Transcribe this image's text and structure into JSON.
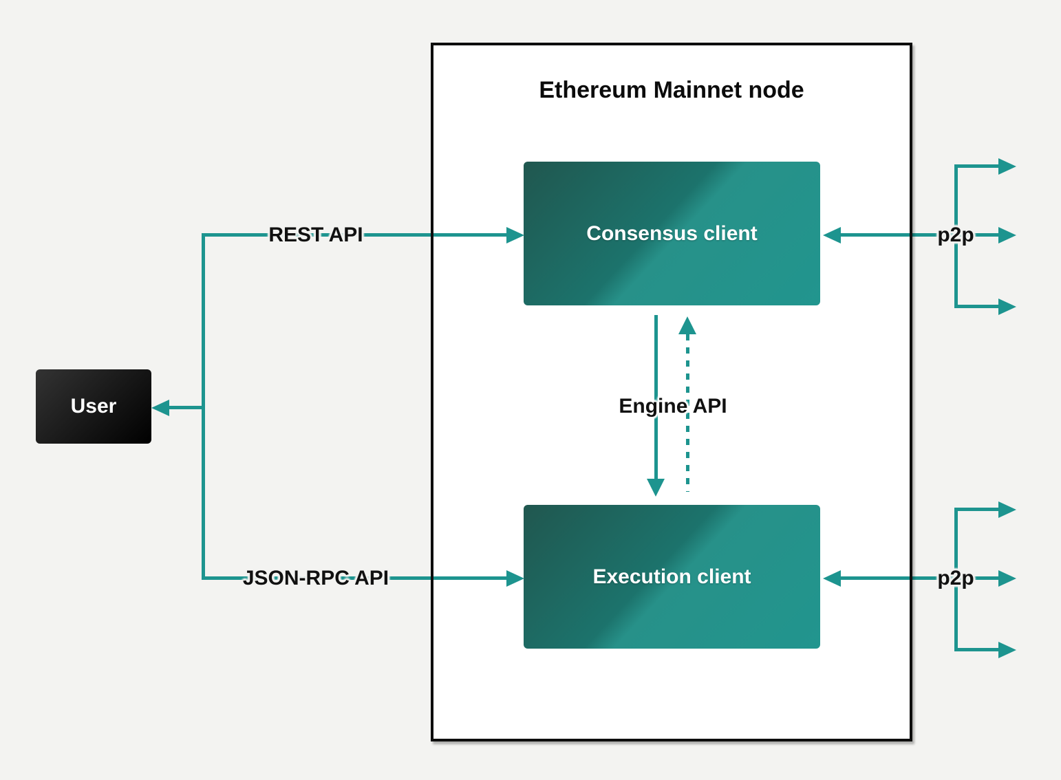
{
  "palette": {
    "page_bg": "#f3f3f1",
    "node_bg": "#ffffff",
    "node_border": "#0d0d0d",
    "line_teal": "#1d948f",
    "client_grad_start": "#20574f",
    "client_grad_end": "#21958e",
    "user_grad_start": "#333333",
    "user_grad_end": "#000000",
    "label_text": "#111111",
    "box_text": "#ffffff"
  },
  "nodes": {
    "container_title": "Ethereum Mainnet node",
    "user": {
      "label": "User"
    },
    "consensus": {
      "label": "Consensus client"
    },
    "execution": {
      "label": "Execution client"
    }
  },
  "edges": {
    "rest_api": {
      "label": "REST API"
    },
    "json_rpc": {
      "label": "JSON-RPC API"
    },
    "engine_api": {
      "label": "Engine API"
    },
    "p2p_top": {
      "label": "p2p"
    },
    "p2p_bottom": {
      "label": "p2p"
    }
  }
}
